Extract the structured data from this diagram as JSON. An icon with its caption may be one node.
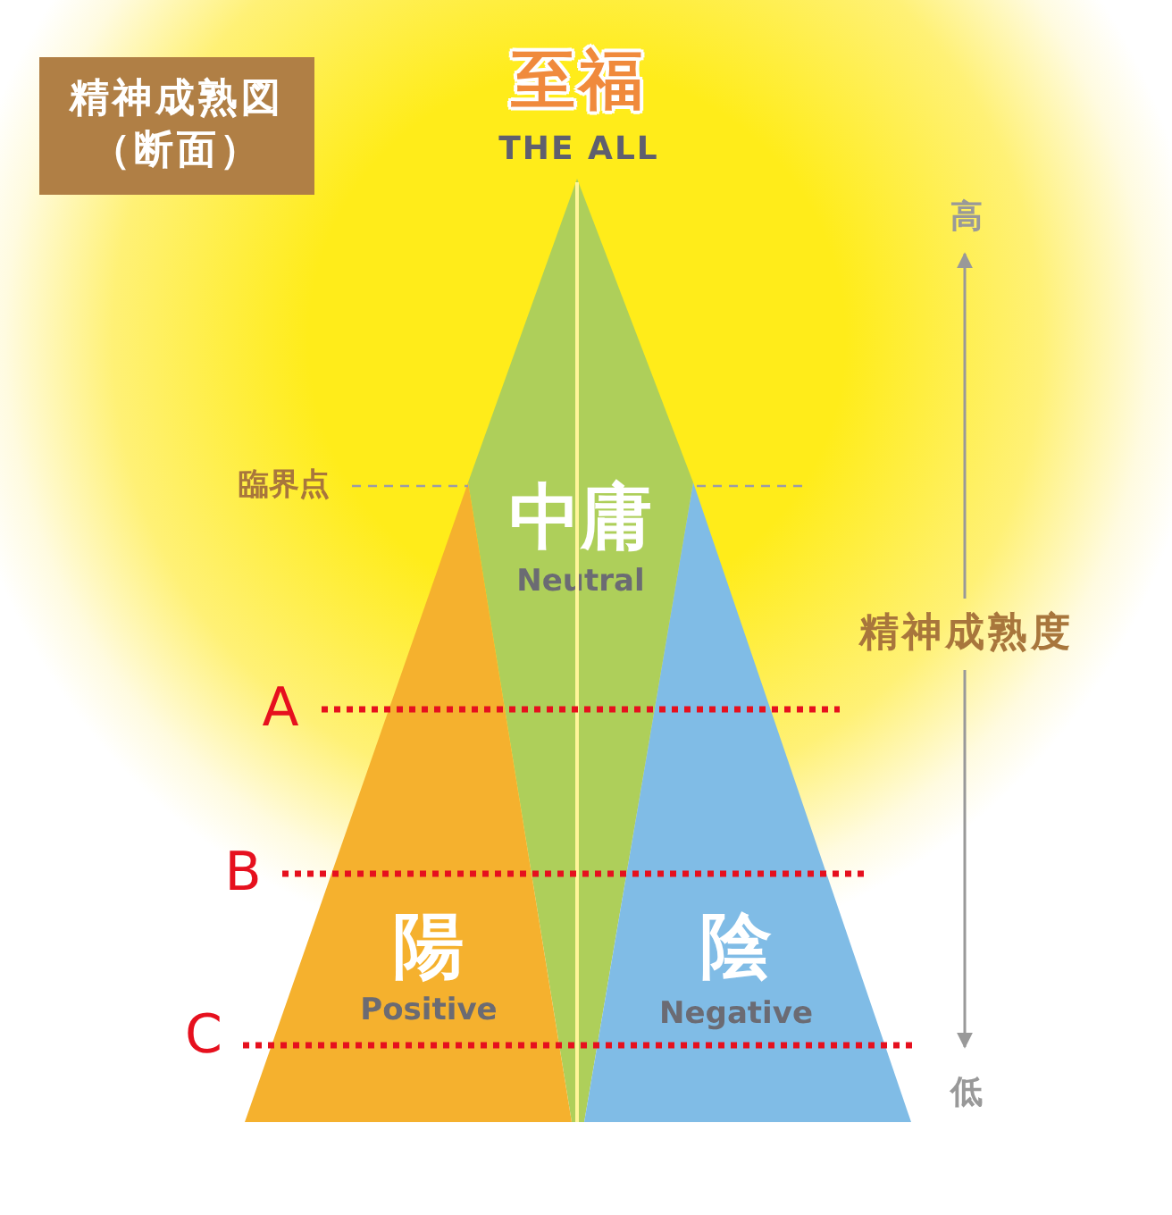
{
  "diagram": {
    "title": "精神成熟図（断面）",
    "nodes": [
      {
        "text": [
          "中庸",
          "Neutral"
        ]
      },
      {
        "text": [
          "陽",
          "Positive"
        ]
      },
      {
        "text": [
          "陰",
          "Negative"
        ]
      }
    ],
    "labels": [
      "至福",
      "THE ALL",
      "高",
      "臨界点",
      "精神成熟度",
      "A",
      "B",
      "C",
      "低"
    ]
  }
}
